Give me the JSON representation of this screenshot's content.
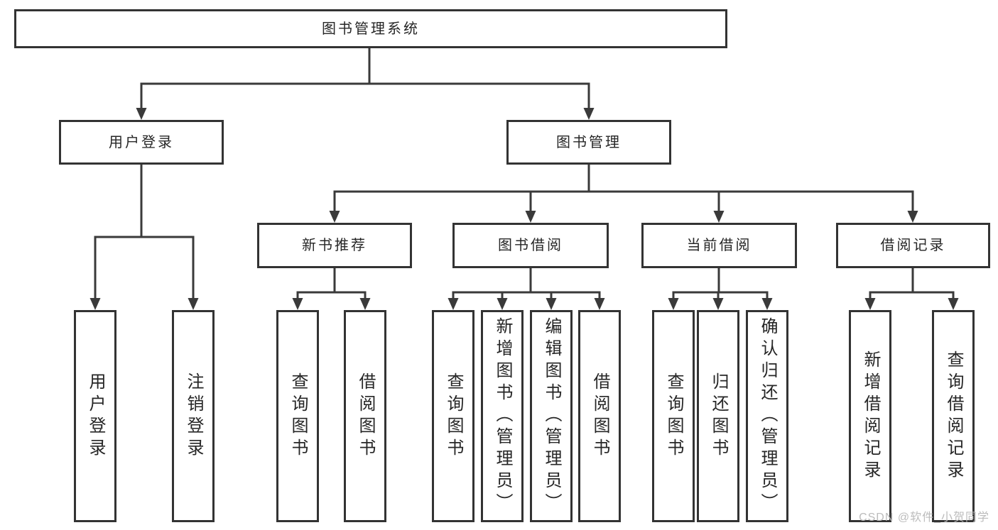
{
  "colors": {
    "line": "#3a3a3a",
    "box_border": "#333333",
    "text": "#262626",
    "watermark": "#bcbcbc",
    "background": "#ffffff"
  },
  "watermark": {
    "text": "CSDN @软件_小贺同学"
  },
  "tree": {
    "root": {
      "label": "图书管理系统"
    },
    "level2": [
      {
        "id": "user-login",
        "label": "用户登录",
        "parent": "图书管理系统"
      },
      {
        "id": "book-mgmt",
        "label": "图书管理",
        "parent": "图书管理系统"
      }
    ],
    "level3": [
      {
        "id": "new-books",
        "label": "新书推荐",
        "parent": "图书管理"
      },
      {
        "id": "book-borrow",
        "label": "图书借阅",
        "parent": "图书管理"
      },
      {
        "id": "current-borrow",
        "label": "当前借阅",
        "parent": "图书管理"
      },
      {
        "id": "borrow-records",
        "label": "借阅记录",
        "parent": "图书管理"
      }
    ],
    "leaves": [
      {
        "label": "用户登录",
        "parent": "用户登录"
      },
      {
        "label": "注销登录",
        "parent": "用户登录"
      },
      {
        "label": "查询图书",
        "parent": "新书推荐"
      },
      {
        "label": "借阅图书",
        "parent": "新书推荐"
      },
      {
        "label": "查询图书",
        "parent": "图书借阅"
      },
      {
        "label": "新增图书（管理员）",
        "parent": "图书借阅"
      },
      {
        "label": "编辑图书（管理员）",
        "parent": "图书借阅"
      },
      {
        "label": "借阅图书",
        "parent": "图书借阅"
      },
      {
        "label": "查询图书",
        "parent": "当前借阅"
      },
      {
        "label": "归还图书",
        "parent": "当前借阅"
      },
      {
        "label": "确认归还（管理员）",
        "parent": "当前借阅"
      },
      {
        "label": "新增借阅记录",
        "parent": "借阅记录"
      },
      {
        "label": "查询借阅记录",
        "parent": "借阅记录"
      }
    ]
  }
}
